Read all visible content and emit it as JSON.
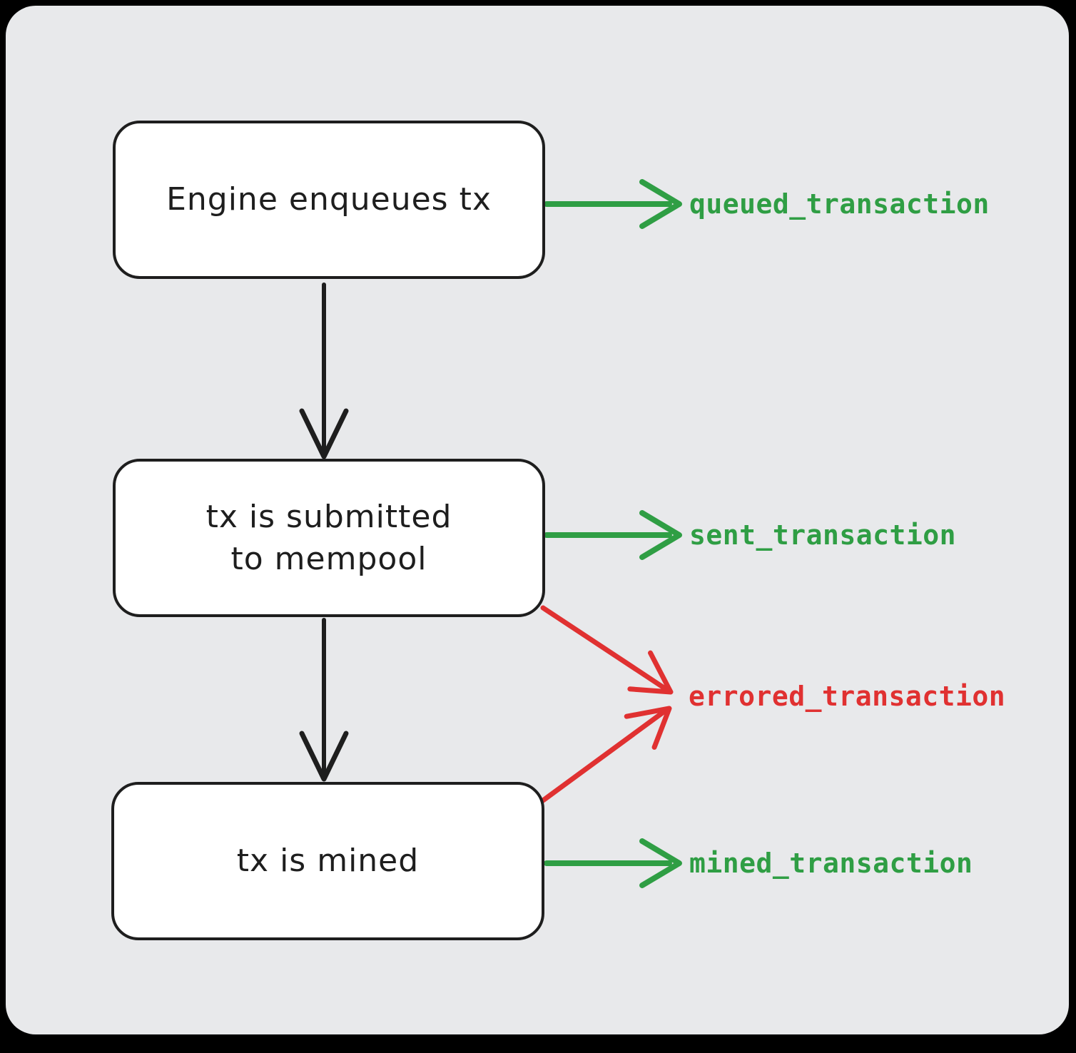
{
  "diagram": {
    "nodes": [
      {
        "id": "engine-enqueues-tx",
        "label": "Engine enqueues tx"
      },
      {
        "id": "tx-submitted-to-mempool",
        "label": "tx is submitted\nto mempool"
      },
      {
        "id": "tx-is-mined",
        "label": "tx is mined"
      }
    ],
    "events": [
      {
        "id": "queued",
        "label": "queued_transaction",
        "color": "#2f9e44",
        "status": "success"
      },
      {
        "id": "sent",
        "label": "sent_transaction",
        "color": "#2f9e44",
        "status": "success"
      },
      {
        "id": "errored",
        "label": "errored_transaction",
        "color": "#e03131",
        "status": "error"
      },
      {
        "id": "mined",
        "label": "mined_transaction",
        "color": "#2f9e44",
        "status": "success"
      }
    ],
    "edges": [
      {
        "from": "engine-enqueues-tx",
        "to": "tx-submitted-to-mempool",
        "color": "#1e1e1e"
      },
      {
        "from": "tx-submitted-to-mempool",
        "to": "tx-is-mined",
        "color": "#1e1e1e"
      },
      {
        "from": "engine-enqueues-tx",
        "to": "queued_transaction",
        "color": "#2f9e44"
      },
      {
        "from": "tx-submitted-to-mempool",
        "to": "sent_transaction",
        "color": "#2f9e44"
      },
      {
        "from": "tx-submitted-to-mempool",
        "to": "errored_transaction",
        "color": "#e03131"
      },
      {
        "from": "tx-is-mined",
        "to": "errored_transaction",
        "color": "#e03131"
      },
      {
        "from": "tx-is-mined",
        "to": "mined_transaction",
        "color": "#2f9e44"
      }
    ],
    "colors": {
      "canvas_background": "#e8e9eb",
      "node_fill": "#ffffff",
      "node_stroke": "#1e1e1e",
      "success_green": "#2f9e44",
      "error_red": "#e03131"
    }
  }
}
